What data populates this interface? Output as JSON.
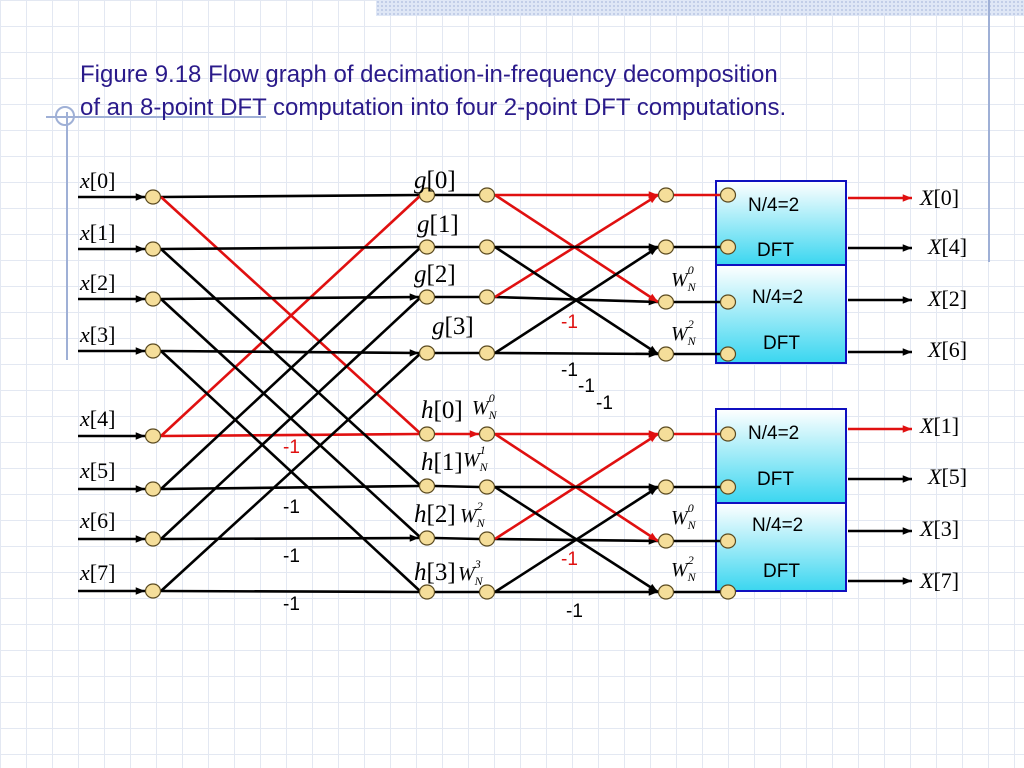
{
  "title": {
    "line1": "Figure 9.18 Flow graph of decimation-in-frequency decomposition",
    "line2": "of an 8-point DFT computation into four 2-point DFT computations."
  },
  "colors": {
    "title": "#2a1a8a",
    "black_branch": "#000000",
    "red_branch": "#e01010",
    "node_fill": "#f5de9a",
    "node_stroke": "#5a4a20",
    "box_stroke": "#1010c0",
    "box_top": "#ffffff",
    "box_bottom": "#3ad6f0"
  },
  "diagram": {
    "input_labels": [
      {
        "name": "x",
        "index": "[0]"
      },
      {
        "name": "x",
        "index": "[1]"
      },
      {
        "name": "x",
        "index": "[2]"
      },
      {
        "name": "x",
        "index": "[3]"
      },
      {
        "name": "x",
        "index": "[4]"
      },
      {
        "name": "x",
        "index": "[5]"
      },
      {
        "name": "x",
        "index": "[6]"
      },
      {
        "name": "x",
        "index": "[7]"
      }
    ],
    "g_labels": [
      {
        "name": "g",
        "index": "[0]"
      },
      {
        "name": "g",
        "index": "[1]"
      },
      {
        "name": "g",
        "index": "[2]"
      },
      {
        "name": "g",
        "index": "[3]"
      }
    ],
    "h_labels": [
      {
        "name": "h",
        "index": "[0]"
      },
      {
        "name": "h",
        "index": "[1]"
      },
      {
        "name": "h",
        "index": "[2]"
      },
      {
        "name": "h",
        "index": "[3]"
      }
    ],
    "twiddles_stage1": [
      {
        "base": "W",
        "sub": "N",
        "sup": "0"
      },
      {
        "base": "W",
        "sub": "N",
        "sup": "1"
      },
      {
        "base": "W",
        "sub": "N",
        "sup": "2"
      },
      {
        "base": "W",
        "sub": "N",
        "sup": "3"
      }
    ],
    "twiddles_stage2": [
      {
        "base": "W",
        "sub": "N",
        "sup": "0"
      },
      {
        "base": "W",
        "sub": "N",
        "sup": "2"
      },
      {
        "base": "W",
        "sub": "N",
        "sup": "0"
      },
      {
        "base": "W",
        "sub": "N",
        "sup": "2"
      }
    ],
    "stage1_negations": [
      "-1",
      "-1",
      "-1",
      "-1"
    ],
    "stage2_negations_top": [
      "-1",
      "-1",
      "-1",
      "-1"
    ],
    "stage2_negations_bottom": [
      "-1",
      "-1"
    ],
    "dft_boxes": [
      {
        "line1": "N/4=2",
        "line2": "DFT"
      },
      {
        "line1": "N/4=2",
        "line2": "DFT"
      },
      {
        "line1": "N/4=2",
        "line2": "DFT"
      },
      {
        "line1": "N/4=2",
        "line2": "DFT"
      }
    ],
    "output_labels": [
      {
        "name": "X",
        "index": "[0]"
      },
      {
        "name": "X",
        "index": "[4]"
      },
      {
        "name": "X",
        "index": "[2]"
      },
      {
        "name": "X",
        "index": "[6]"
      },
      {
        "name": "X",
        "index": "[1]"
      },
      {
        "name": "X",
        "index": "[5]"
      },
      {
        "name": "X",
        "index": "[3]"
      },
      {
        "name": "X",
        "index": "[7]"
      }
    ],
    "red_path_from_output": "X[0]"
  }
}
